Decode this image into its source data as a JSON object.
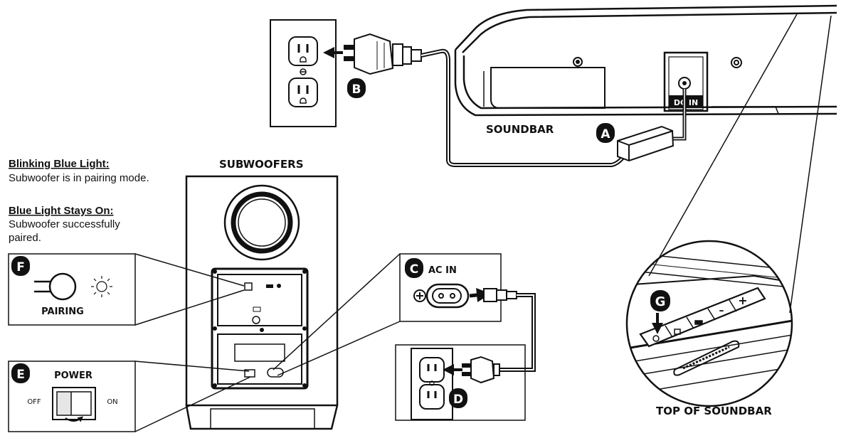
{
  "labels": {
    "soundbar": "SOUNDBAR",
    "subwoofers": "SUBWOOFERS",
    "top_of_soundbar": "TOP OF SOUNDBAR",
    "dc_in": "DC IN",
    "ac_in": "AC IN",
    "pairing": "PAIRING",
    "power": "POWER",
    "off": "OFF",
    "on": "ON"
  },
  "markers": {
    "a": "A",
    "b": "B",
    "c": "C",
    "d": "D",
    "e": "E",
    "f": "F",
    "g": "G"
  },
  "legend": {
    "blinking_title": "Blinking Blue Light:",
    "blinking_desc": "Subwoofer is in pairing mode.",
    "steady_title": "Blue Light Stays On:",
    "steady_desc_1": "Subwoofer successfully",
    "steady_desc_2": "paired."
  },
  "buttons": {
    "minus": "–",
    "plus": "+"
  },
  "colors": {
    "line": "#111111",
    "marker_fill": "#111111",
    "marker_text": "#ffffff",
    "grey_fill": "#e6e6e6"
  }
}
